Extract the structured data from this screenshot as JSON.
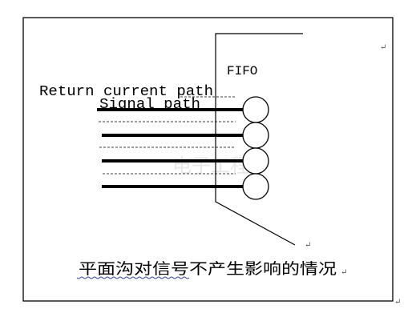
{
  "diagram": {
    "fifo_label": "FIFO",
    "return_label": "Return current path",
    "signal_label": "Signal path",
    "caption": "平面沟对信号不产生影响的情况",
    "paragraph_mark": "↵",
    "watermark": "电子工程",
    "pin_count": 4,
    "colors": {
      "line": "#000000",
      "underline": "#3344cc",
      "watermark": "#c8c8c8"
    }
  }
}
